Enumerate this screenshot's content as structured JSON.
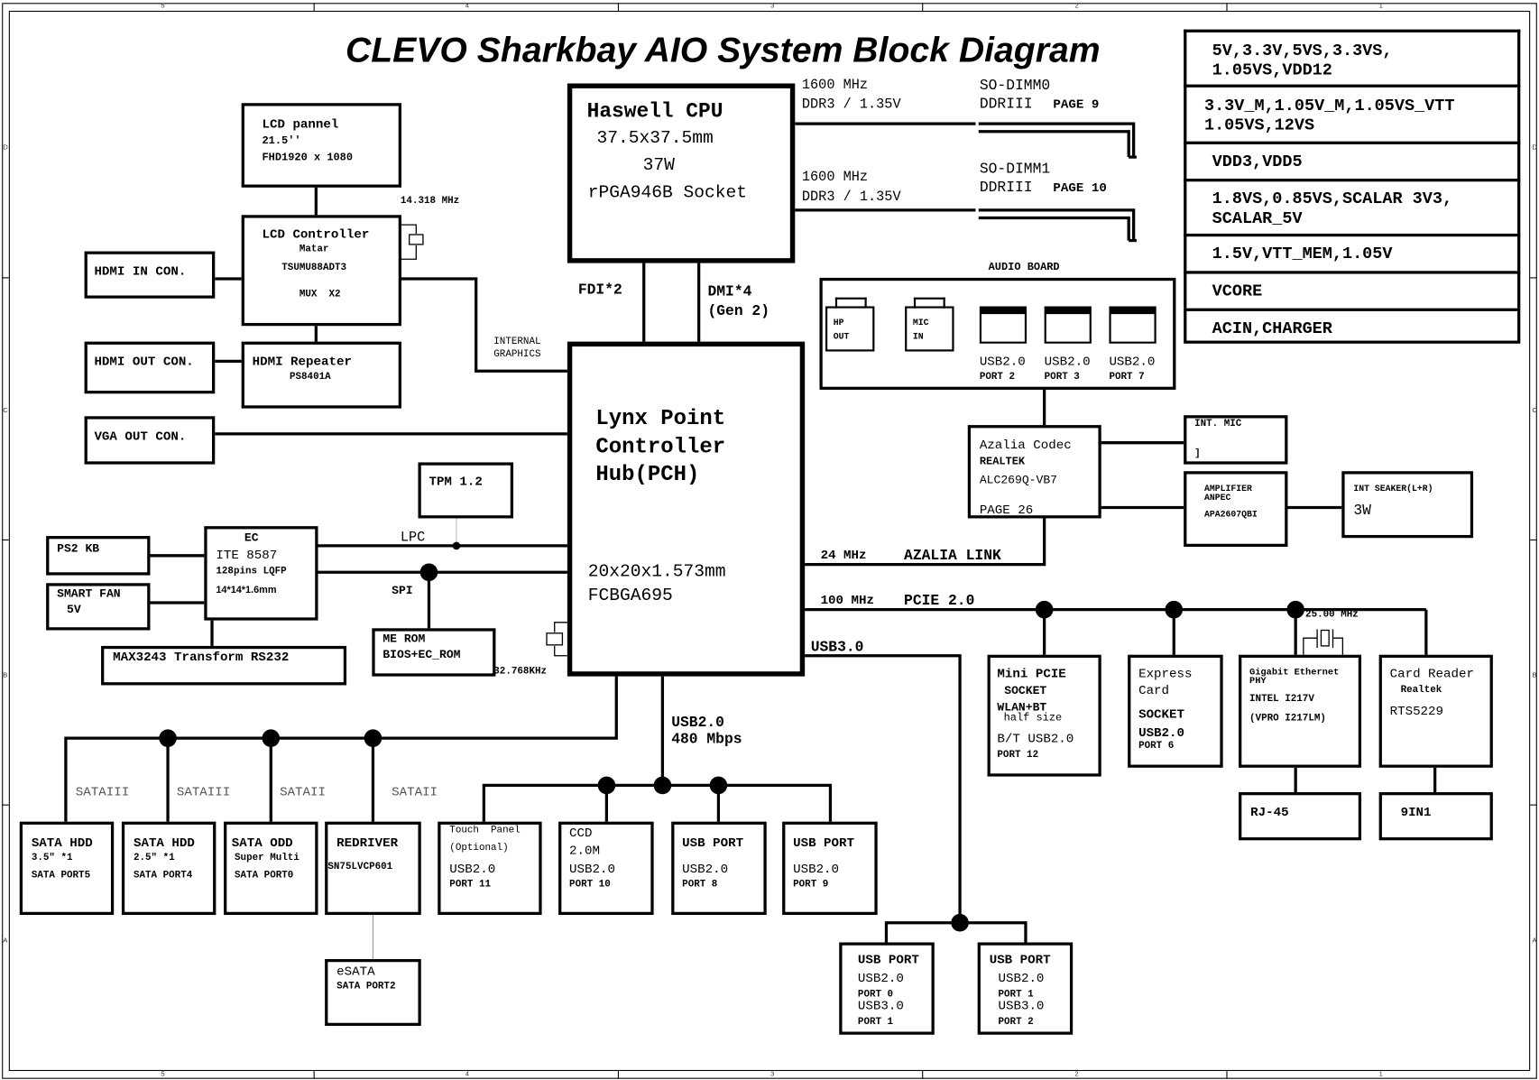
{
  "title": "CLEVO  Sharkbay AIO System Block Diagram",
  "frame": {
    "top_zones": [
      "5",
      "4",
      "3",
      "2",
      "1"
    ],
    "bottom_zones": [
      "5",
      "4",
      "3",
      "2",
      "1"
    ],
    "left_zones": [
      "D",
      "C",
      "B",
      "A"
    ],
    "right_zones": [
      "D",
      "C",
      "B",
      "A"
    ]
  },
  "power_rails": [
    "5V,3.3V,5VS,3.3VS,\n1.05VS,VDD12",
    "3.3V_M,1.05V_M,1.05VS_VTT\n1.05VS,12VS",
    "VDD3,VDD5",
    "1.8VS,0.85VS,SCALAR 3V3,\nSCALAR_5V",
    "1.5V,VTT_MEM,1.05V",
    "VCORE",
    "ACIN,CHARGER"
  ],
  "cpu": {
    "name": "Haswell CPU",
    "lines": [
      "37.5x37.5mm",
      "37W",
      "rPGA946B Socket"
    ]
  },
  "memory": [
    {
      "speed": "1600 MHz",
      "type": "DDR3 / 1.35V",
      "slot": "SO-DIMM0",
      "ddr": "DDRIII",
      "page": "PAGE 9"
    },
    {
      "speed": "1600 MHz",
      "type": "DDR3 / 1.35V",
      "slot": "SO-DIMM1",
      "ddr": "DDRIII",
      "page": "PAGE 10"
    }
  ],
  "pch": {
    "name": "Lynx Point\nController\nHub(PCH)",
    "package": "20x20x1.573mm\nFCBGA695"
  },
  "links": {
    "fdi": "FDI*2",
    "dmi": "DMI*4\n(Gen 2)",
    "internal_graphics": "INTERNAL\nGRAPHICS",
    "lpc": "LPC",
    "spi": "SPI",
    "azalia": "AZALIA LINK",
    "azalia_clock": "24 MHz",
    "pcie_clock": "100 MHz",
    "pcie": "PCIE 2.0",
    "usb3": "USB3.0",
    "usb2": "USB2.0\n480 Mbps",
    "lcd_clock": "14.318 MHz",
    "rtc_clock": "32.768KHz",
    "lan_clock": "25.00 MHz",
    "sata_labels": [
      "SATAIII",
      "SATAIII",
      "SATAII",
      "SATAII"
    ]
  },
  "display": {
    "lcd_panel": {
      "name": "LCD pannel",
      "size": "21.5''",
      "res": "FHD1920 x 1080"
    },
    "lcd_controller": {
      "name": "LCD Controller",
      "vendor": "Matar",
      "part": "TSUMU88ADT3",
      "mux": "MUX  X2"
    },
    "hdmi_in": "HDMI IN CON.",
    "hdmi_out": "HDMI OUT CON.",
    "hdmi_repeater": {
      "name": "HDMI Repeater",
      "part": "PS8401A"
    },
    "vga_out": "VGA OUT CON."
  },
  "tpm": "TPM 1.2",
  "ec": {
    "title": "EC",
    "part": "ITE 8587",
    "pkg": "128pins LQFP",
    "dims": "14*14*1.6mm"
  },
  "ps2_kb": "PS2 KB",
  "smart_fan": {
    "name": "SMART FAN",
    "volt": "5V"
  },
  "max3243": "MAX3243 Transform RS232",
  "me_rom": {
    "line1": "ME ROM",
    "line2": "BIOS+EC_ROM"
  },
  "audio_board": {
    "label": "AUDIO BOARD",
    "jacks": [
      {
        "l1": "HP",
        "l2": "OUT"
      },
      {
        "l1": "MIC",
        "l2": "IN"
      }
    ],
    "usb": [
      {
        "type": "USB2.0",
        "port": "PORT 2"
      },
      {
        "type": "USB2.0",
        "port": "PORT 3"
      },
      {
        "type": "USB2.0",
        "port": "PORT 7"
      }
    ]
  },
  "codec": {
    "name": "Azalia Codec",
    "vendor": "REALTEK",
    "part": "ALC269Q-VB7",
    "page": "PAGE 26"
  },
  "int_mic": {
    "name": "INT. MIC",
    "mark": "]"
  },
  "amplifier": {
    "name": "AMPLIFIER",
    "vendor": "ANPEC",
    "part": "APA2607QBI"
  },
  "speaker": {
    "name": "INT SEAKER(L+R)",
    "power": "3W"
  },
  "pcie_devices": [
    {
      "lines": [
        "Mini PCIE",
        " SOCKET",
        "WLAN+BT"
      ],
      "sub": " half size",
      "usb": "B/T USB2.0",
      "port": "PORT 12"
    },
    {
      "lines": [
        "Express",
        "Card"
      ],
      "sub": "",
      "usb": "SOCKET\nUSB2.0",
      "port": "PORT 6"
    }
  ],
  "ethernet": {
    "name": "Gigabit Ethernet\nPHY",
    "part": "INTEL I217V",
    "alt": "(VPRO I217LM)",
    "connector": "RJ-45"
  },
  "card_reader": {
    "name": "Card Reader",
    "vendor": "Realtek",
    "part": "RTS5229",
    "connector": "9IN1"
  },
  "sata_devices": [
    {
      "name": "SATA HDD",
      "l2": "3.5\" *1",
      "l3": "SATA PORT5"
    },
    {
      "name": "SATA HDD",
      "l2": "2.5\" *1",
      "l3": "SATA PORT4"
    },
    {
      "name": "SATA ODD",
      "l2": "Super Multi",
      "l3": "SATA PORT0"
    },
    {
      "name": "REDRIVER",
      "l2": "SN75LVCP601",
      "l3": ""
    }
  ],
  "esata": {
    "name": "eSATA",
    "port": "SATA PORT2"
  },
  "usb2_devices": [
    {
      "name": "Touch  Panel",
      "sub": "(Optional)",
      "usb": "USB2.0",
      "port": "PORT 11"
    },
    {
      "name": "CCD",
      "sub": "2.0M",
      "usb": "USB2.0",
      "port": "PORT 10"
    },
    {
      "name": "USB PORT",
      "sub": "",
      "usb": "USB2.0",
      "port": "PORT 8"
    },
    {
      "name": "USB PORT",
      "sub": "",
      "usb": "USB2.0",
      "port": "PORT 9"
    }
  ],
  "usb3_devices": [
    {
      "name": "USB PORT",
      "usb2": "USB2.0",
      "port2": "PORT 0",
      "usb3": "USB3.0",
      "port3": "PORT 1"
    },
    {
      "name": "USB PORT",
      "usb2": "USB2.0",
      "port2": "PORT 1",
      "usb3": "USB3.0",
      "port3": "PORT 2"
    }
  ]
}
